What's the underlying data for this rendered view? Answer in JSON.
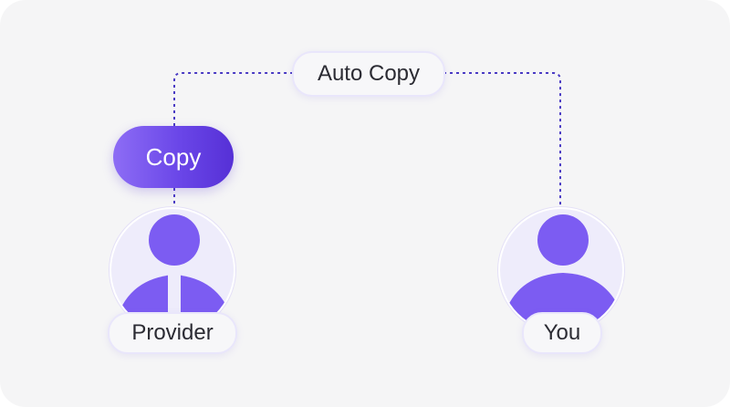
{
  "diagram": {
    "auto_copy_label": "Auto Copy",
    "copy_button_label": "Copy",
    "provider_label": "Provider",
    "you_label": "You"
  },
  "colors": {
    "accent": "#7c5cf2",
    "accent_dark": "#5630d6",
    "connector": "#4a3bc4",
    "card_background": "#f5f5f6",
    "avatar_background": "#eeecfb"
  },
  "icons": {
    "provider": "person-with-tie-icon",
    "you": "person-icon"
  }
}
